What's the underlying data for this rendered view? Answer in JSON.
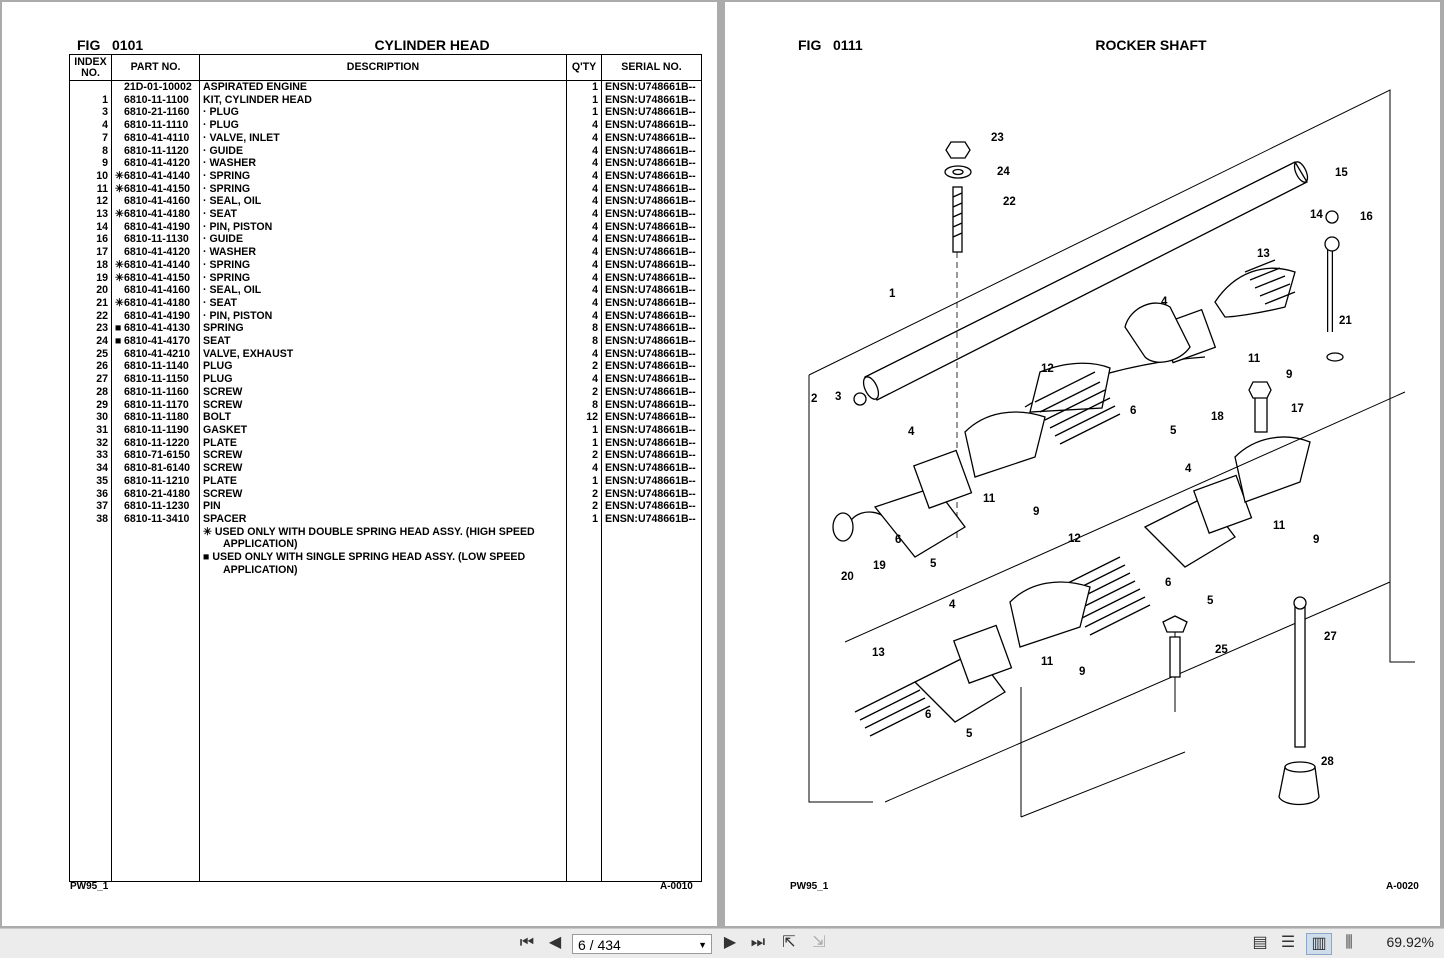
{
  "left_page": {
    "fig_label": "FIG",
    "fig_number": "0101",
    "title": "CYLINDER HEAD",
    "headers": {
      "index": "INDEX NO.",
      "part_no": "PART NO.",
      "description": "DESCRIPTION",
      "qty": "Q'TY",
      "serial": "SERIAL NO."
    },
    "rows": [
      {
        "idx": "",
        "mark": "",
        "part": "21D-01-10002",
        "desc": "ASPIRATED ENGINE",
        "qty": "1",
        "serial": "ENSN:U748661B--"
      },
      {
        "idx": "1",
        "mark": "",
        "part": "6810-11-1100",
        "desc": "KIT, CYLINDER HEAD",
        "qty": "1",
        "serial": "ENSN:U748661B--"
      },
      {
        "idx": "3",
        "mark": "",
        "part": "6810-21-1160",
        "desc": "·  PLUG",
        "qty": "1",
        "serial": "ENSN:U748661B--"
      },
      {
        "idx": "4",
        "mark": "",
        "part": "6810-11-1110",
        "desc": "·  PLUG",
        "qty": "4",
        "serial": "ENSN:U748661B--"
      },
      {
        "idx": "7",
        "mark": "",
        "part": "6810-41-4110",
        "desc": "·  VALVE, INLET",
        "qty": "4",
        "serial": "ENSN:U748661B--"
      },
      {
        "idx": "8",
        "mark": "",
        "part": "6810-11-1120",
        "desc": "·  GUIDE",
        "qty": "4",
        "serial": "ENSN:U748661B--"
      },
      {
        "idx": "9",
        "mark": "",
        "part": "6810-41-4120",
        "desc": "·  WASHER",
        "qty": "4",
        "serial": "ENSN:U748661B--"
      },
      {
        "idx": "10",
        "mark": "✳",
        "part": "6810-41-4140",
        "desc": "·  SPRING",
        "qty": "4",
        "serial": "ENSN:U748661B--"
      },
      {
        "idx": "11",
        "mark": "✳",
        "part": "6810-41-4150",
        "desc": "·  SPRING",
        "qty": "4",
        "serial": "ENSN:U748661B--"
      },
      {
        "idx": "12",
        "mark": "",
        "part": "6810-41-4160",
        "desc": "·  SEAL, OIL",
        "qty": "4",
        "serial": "ENSN:U748661B--"
      },
      {
        "idx": "13",
        "mark": "✳",
        "part": "6810-41-4180",
        "desc": "·  SEAT",
        "qty": "4",
        "serial": "ENSN:U748661B--"
      },
      {
        "idx": "14",
        "mark": "",
        "part": "6810-41-4190",
        "desc": "·  PIN, PISTON",
        "qty": "4",
        "serial": "ENSN:U748661B--"
      },
      {
        "idx": "16",
        "mark": "",
        "part": "6810-11-1130",
        "desc": "·  GUIDE",
        "qty": "4",
        "serial": "ENSN:U748661B--"
      },
      {
        "idx": "17",
        "mark": "",
        "part": "6810-41-4120",
        "desc": "·  WASHER",
        "qty": "4",
        "serial": "ENSN:U748661B--"
      },
      {
        "idx": "18",
        "mark": "✳",
        "part": "6810-41-4140",
        "desc": "·  SPRING",
        "qty": "4",
        "serial": "ENSN:U748661B--"
      },
      {
        "idx": "19",
        "mark": "✳",
        "part": "6810-41-4150",
        "desc": "·  SPRING",
        "qty": "4",
        "serial": "ENSN:U748661B--"
      },
      {
        "idx": "20",
        "mark": "",
        "part": "6810-41-4160",
        "desc": "·  SEAL, OIL",
        "qty": "4",
        "serial": "ENSN:U748661B--"
      },
      {
        "idx": "21",
        "mark": "✳",
        "part": "6810-41-4180",
        "desc": "·  SEAT",
        "qty": "4",
        "serial": "ENSN:U748661B--"
      },
      {
        "idx": "22",
        "mark": "",
        "part": "6810-41-4190",
        "desc": "·  PIN, PISTON",
        "qty": "4",
        "serial": "ENSN:U748661B--"
      },
      {
        "idx": "23",
        "mark": "■",
        "part": "6810-41-4130",
        "desc": "SPRING",
        "qty": "8",
        "serial": "ENSN:U748661B--"
      },
      {
        "idx": "24",
        "mark": "■",
        "part": "6810-41-4170",
        "desc": "SEAT",
        "qty": "8",
        "serial": "ENSN:U748661B--"
      },
      {
        "idx": "25",
        "mark": "",
        "part": "6810-41-4210",
        "desc": "VALVE, EXHAUST",
        "qty": "4",
        "serial": "ENSN:U748661B--"
      },
      {
        "idx": "26",
        "mark": "",
        "part": "6810-11-1140",
        "desc": "PLUG",
        "qty": "2",
        "serial": "ENSN:U748661B--"
      },
      {
        "idx": "27",
        "mark": "",
        "part": "6810-11-1150",
        "desc": "PLUG",
        "qty": "4",
        "serial": "ENSN:U748661B--"
      },
      {
        "idx": "28",
        "mark": "",
        "part": "6810-11-1160",
        "desc": "SCREW",
        "qty": "2",
        "serial": "ENSN:U748661B--"
      },
      {
        "idx": "29",
        "mark": "",
        "part": "6810-11-1170",
        "desc": "SCREW",
        "qty": "8",
        "serial": "ENSN:U748661B--"
      },
      {
        "idx": "30",
        "mark": "",
        "part": "6810-11-1180",
        "desc": "BOLT",
        "qty": "12",
        "serial": "ENSN:U748661B--"
      },
      {
        "idx": "31",
        "mark": "",
        "part": "6810-11-1190",
        "desc": "GASKET",
        "qty": "1",
        "serial": "ENSN:U748661B--"
      },
      {
        "idx": "32",
        "mark": "",
        "part": "6810-11-1220",
        "desc": "PLATE",
        "qty": "1",
        "serial": "ENSN:U748661B--"
      },
      {
        "idx": "33",
        "mark": "",
        "part": "6810-71-6150",
        "desc": "SCREW",
        "qty": "2",
        "serial": "ENSN:U748661B--"
      },
      {
        "idx": "34",
        "mark": "",
        "part": "6810-81-6140",
        "desc": "SCREW",
        "qty": "4",
        "serial": "ENSN:U748661B--"
      },
      {
        "idx": "35",
        "mark": "",
        "part": "6810-11-1210",
        "desc": "PLATE",
        "qty": "1",
        "serial": "ENSN:U748661B--"
      },
      {
        "idx": "36",
        "mark": "",
        "part": "6810-21-4180",
        "desc": "SCREW",
        "qty": "2",
        "serial": "ENSN:U748661B--"
      },
      {
        "idx": "37",
        "mark": "",
        "part": "6810-11-1230",
        "desc": "PIN",
        "qty": "2",
        "serial": "ENSN:U748661B--"
      },
      {
        "idx": "38",
        "mark": "",
        "part": "6810-11-3410",
        "desc": "SPACER",
        "qty": "1",
        "serial": "ENSN:U748661B--"
      }
    ],
    "notes": [
      {
        "mark": "✳",
        "line1": "USED ONLY WITH DOUBLE SPRING HEAD ASSY. (HIGH SPEED",
        "line2": "APPLICATION)"
      },
      {
        "mark": "■",
        "line1": "USED ONLY WITH SINGLE SPRING HEAD ASSY. (LOW SPEED",
        "line2": "APPLICATION)"
      }
    ],
    "footer_left": "PW95_1",
    "footer_right": "A-0010"
  },
  "right_page": {
    "fig_label": "FIG",
    "fig_number": "0111",
    "title": "ROCKER SHAFT",
    "callouts": [
      "1",
      "2",
      "3",
      "4",
      "5",
      "6",
      "9",
      "11",
      "12",
      "13",
      "14",
      "15",
      "16",
      "17",
      "18",
      "19",
      "20",
      "21",
      "22",
      "23",
      "24",
      "25",
      "27",
      "28"
    ],
    "footer_left": "PW95_1",
    "footer_right": "A-0020"
  },
  "toolbar": {
    "page_indicator": "6 / 434",
    "zoom": "69.92%",
    "icons": [
      "first-page-icon",
      "prev-page-icon",
      "next-page-icon",
      "last-page-icon",
      "go-back-icon",
      "go-forward-icon",
      "single-page-icon",
      "continuous-icon",
      "two-page-icon",
      "two-page-scroll-icon"
    ]
  }
}
